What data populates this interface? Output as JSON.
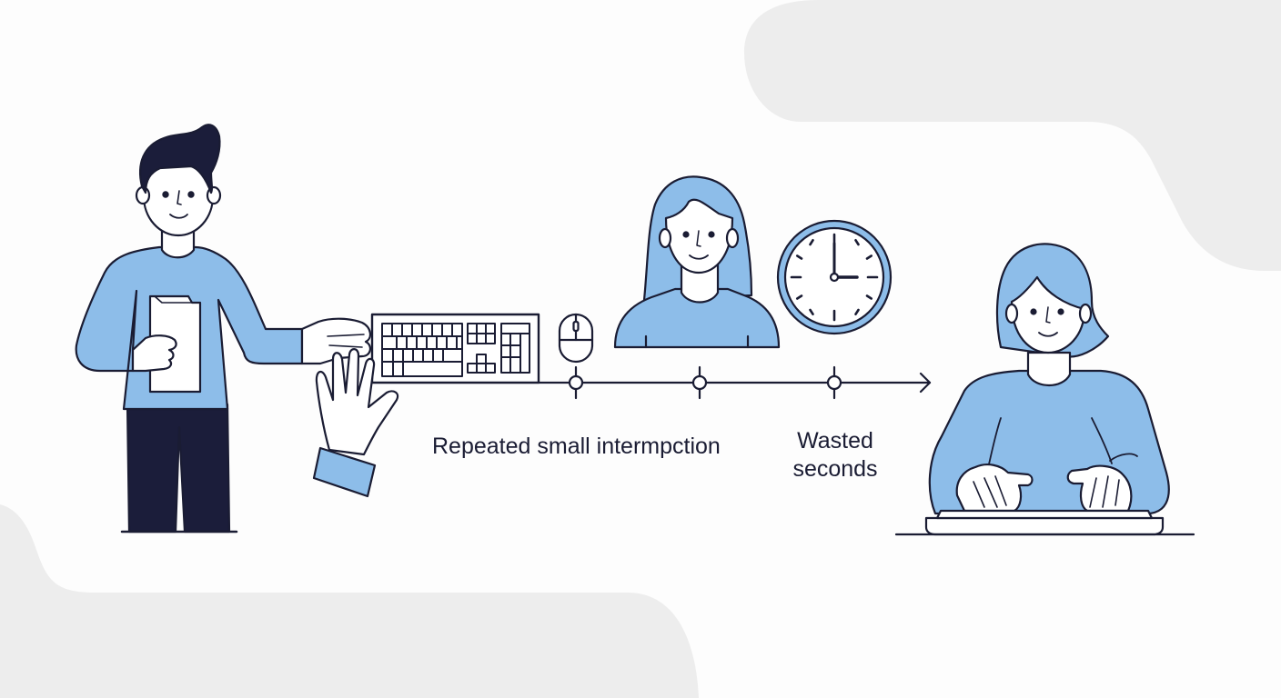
{
  "illustration": {
    "theme_colors": {
      "background": "#fdfdfd",
      "blob": "#ededed",
      "outline": "#1a1c33",
      "shirt_blue": "#8dbde9",
      "pants_navy": "#1b1d3a",
      "skin": "#ffffff"
    },
    "figures": [
      {
        "id": "man-left",
        "description": "Man with dark hair holding a document, reaching toward keyboard"
      },
      {
        "id": "woman-middle",
        "description": "Woman with long blue hair (bust portrait) above timeline"
      },
      {
        "id": "woman-right",
        "description": "Woman with shoulder-length blue hair typing at keyboard"
      }
    ],
    "objects": [
      {
        "id": "keyboard",
        "icon": "keyboard-icon"
      },
      {
        "id": "mouse",
        "icon": "mouse-icon"
      },
      {
        "id": "clock",
        "icon": "clock-icon",
        "time_shown": "3:00"
      },
      {
        "id": "interrupting-hand",
        "icon": "hand-icon"
      }
    ],
    "timeline": {
      "nodes": 3,
      "arrow": "right",
      "labels": {
        "interruption": "Repeated small intermpction",
        "wasted_line1": "Wasted",
        "wasted_line2": "seconds"
      }
    }
  }
}
